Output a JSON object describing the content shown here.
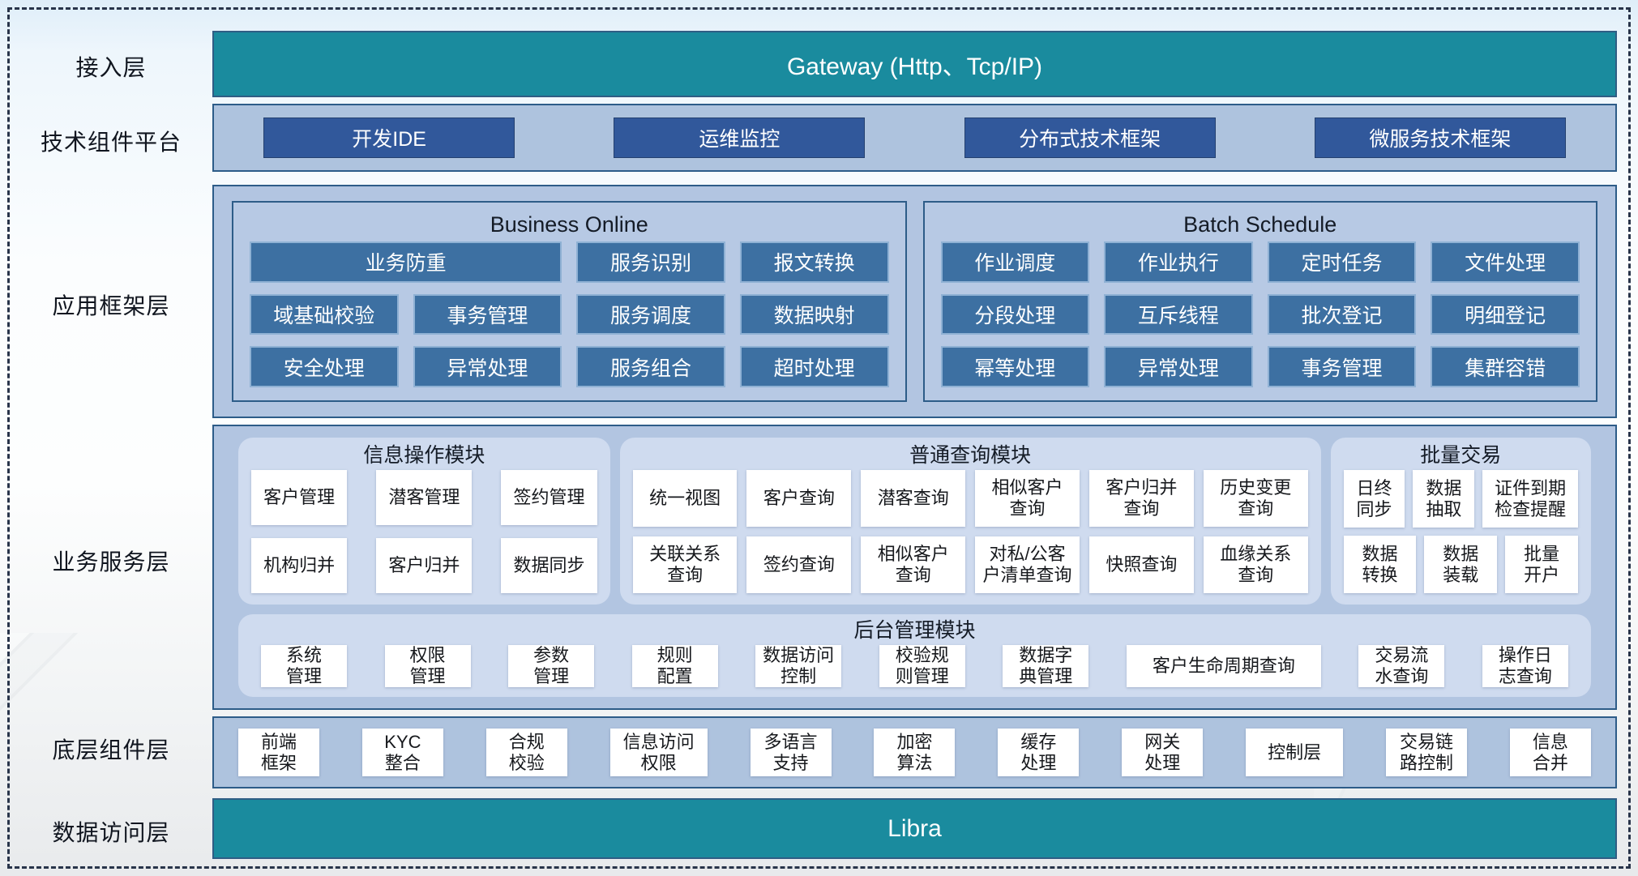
{
  "access": {
    "label": "接入层",
    "gateway": "Gateway (Http、Tcp/IP)"
  },
  "tech": {
    "label": "技术组件平台",
    "buttons": [
      "开发IDE",
      "运维监控",
      "分布式技术框架",
      "微服务技术框架"
    ]
  },
  "framework": {
    "label": "应用框架层",
    "business_online": {
      "title": "Business Online",
      "cards": [
        "业务防重",
        "服务识别",
        "报文转换",
        "域基础校验",
        "事务管理",
        "服务调度",
        "数据映射",
        "安全处理",
        "异常处理",
        "服务组合",
        "超时处理"
      ]
    },
    "batch_schedule": {
      "title": "Batch Schedule",
      "cards": [
        "作业调度",
        "作业执行",
        "定时任务",
        "文件处理",
        "分段处理",
        "互斥线程",
        "批次登记",
        "明细登记",
        "幂等处理",
        "异常处理",
        "事务管理",
        "集群容错"
      ]
    }
  },
  "services": {
    "label": "业务服务层",
    "info_module": {
      "title": "信息操作模块",
      "cards": [
        "客户管理",
        "潜客管理",
        "签约管理",
        "机构归并",
        "客户归并",
        "数据同步"
      ]
    },
    "query_module": {
      "title": "普通查询模块",
      "cards": [
        "统一视图",
        "客户查询",
        "潜客查询",
        "相似客户\n查询",
        "客户归并\n查询",
        "历史变更\n查询",
        "关联关系\n查询",
        "签约查询",
        "相似客户\n查询",
        "对私/公客\n户清单查询",
        "快照查询",
        "血缘关系\n查询"
      ]
    },
    "batch_module": {
      "title": "批量交易",
      "row1": [
        "日终\n同步",
        "数据\n抽取",
        "证件到期\n检查提醒"
      ],
      "row2": [
        "数据\n转换",
        "数据\n装载",
        "批量\n开户"
      ]
    },
    "admin_module": {
      "title": "后台管理模块",
      "cards": [
        "系统\n管理",
        "权限\n管理",
        "参数\n管理",
        "规则\n配置",
        "数据访问\n控制",
        "校验规\n则管理",
        "数据字\n典管理",
        "客户生命周期查询",
        "交易流\n水查询",
        "操作日\n志查询"
      ]
    }
  },
  "components": {
    "label": "底层组件层",
    "cards": [
      "前端\n框架",
      "KYC\n整合",
      "合规\n校验",
      "信息访问\n权限",
      "多语言\n支持",
      "加密\n算法",
      "缓存\n处理",
      "网关\n处理",
      "控制层",
      "交易链\n路控制",
      "信息\n合并"
    ]
  },
  "data_access": {
    "label": "数据访问层",
    "bar": "Libra"
  },
  "colors": {
    "teal": "#1a8b9e",
    "outer_panel": "#b2c5e1",
    "tech_panel": "#aec3de",
    "dark_button": "#31589b",
    "mid_button": "#3d70a2",
    "module_panel": "#cfdbef",
    "border_navy": "#2d5c88"
  }
}
